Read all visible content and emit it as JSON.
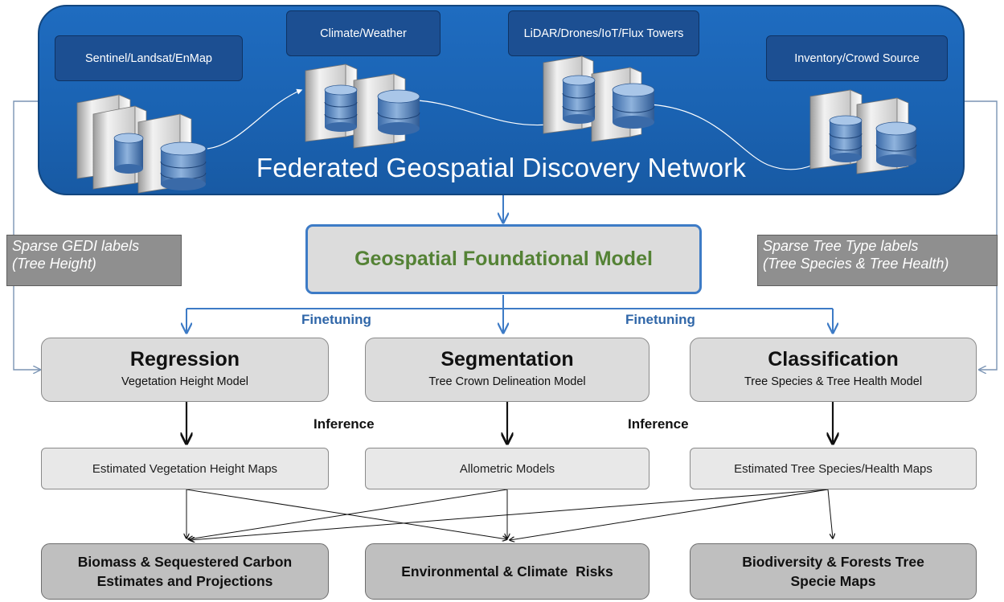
{
  "network": {
    "title": "Federated Geospatial Discovery Network",
    "sources": [
      "Sentinel/Landsat/EnMap",
      "Climate/Weather",
      "LiDAR/Drones/IoT/Flux Towers",
      "Inventory/Crowd Source"
    ]
  },
  "labels": {
    "left_line1": "Sparse GEDI labels",
    "left_line2": "(Tree Height)",
    "right_line1": "Sparse Tree Type labels",
    "right_line2": "(Tree Species & Tree Health)"
  },
  "foundation_model": "Geospatial Foundational Model",
  "edge_labels": {
    "finetuning": "Finetuning",
    "inference": "Inference"
  },
  "models": [
    {
      "title": "Regression",
      "subtitle": "Vegetation Height Model"
    },
    {
      "title": "Segmentation",
      "subtitle": "Tree Crown Delineation Model"
    },
    {
      "title": "Classification",
      "subtitle": "Tree Species & Tree Health Model"
    }
  ],
  "outputs": [
    "Estimated Vegetation Height Maps",
    "Allometric Models",
    "Estimated Tree Species/Health Maps"
  ],
  "impacts": [
    {
      "line1": "Biomass & Sequestered Carbon",
      "line2": "Estimates and Projections"
    },
    {
      "line1": "Environmental & Climate  Risks",
      "line2": ""
    },
    {
      "line1": "Biodiversity & Forests Tree",
      "line2": "Specie Maps"
    }
  ],
  "colors": {
    "network_blue": "#1b64b4",
    "source_box": "#1c4f92",
    "model_title_green": "#548235",
    "arrow_blue": "#3d7bc6",
    "finetuning_text": "#2f66a8"
  }
}
